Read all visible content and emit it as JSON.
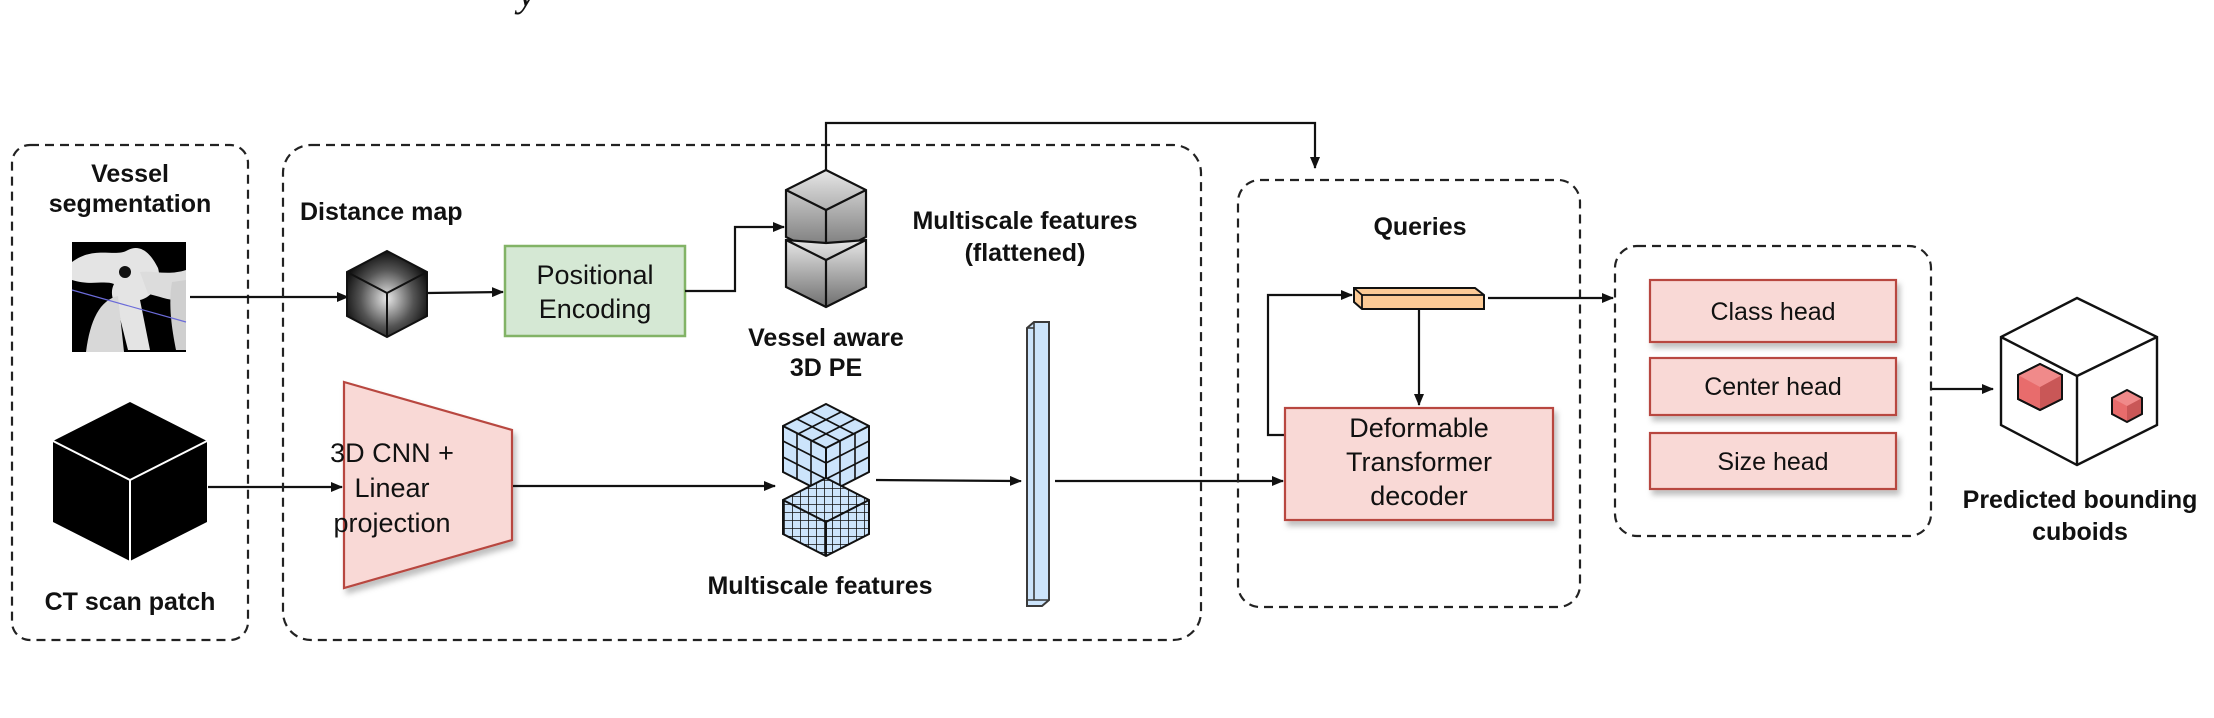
{
  "figure": {
    "top_fragment": "y",
    "groups": {
      "input": {
        "vessel_label_line1": "Vessel",
        "vessel_label_line2": "segmentation",
        "ct_label": "CT scan patch"
      },
      "encoder": {
        "distance_map_label": "Distance map",
        "pe_box_line1": "Positional",
        "pe_box_line2": "Encoding",
        "vessel_pe_line1": "Vessel aware",
        "vessel_pe_line2": "3D PE",
        "cnn_line1": "3D CNN +",
        "cnn_line2": "Linear",
        "cnn_line3": "projection",
        "multiscale_label": "Multiscale features",
        "flattened_line1": "Multiscale features",
        "flattened_line2": "(flattened)"
      },
      "decoder": {
        "queries_label": "Queries",
        "decoder_line1": "Deformable",
        "decoder_line2": "Transformer",
        "decoder_line3": "decoder"
      },
      "heads": {
        "items": [
          "Class head",
          "Center head",
          "Size head"
        ]
      },
      "output": {
        "line1": "Predicted bounding",
        "line2": "cuboids"
      }
    },
    "colors": {
      "pink_fill": "#f9d9d6",
      "pink_stroke": "#b8473f",
      "green_fill": "#d5e8d4",
      "green_stroke": "#82b366",
      "blue_fill": "#cce4fb",
      "orange_fill": "#fdcb96",
      "red_cube": "#e86c6c"
    }
  }
}
